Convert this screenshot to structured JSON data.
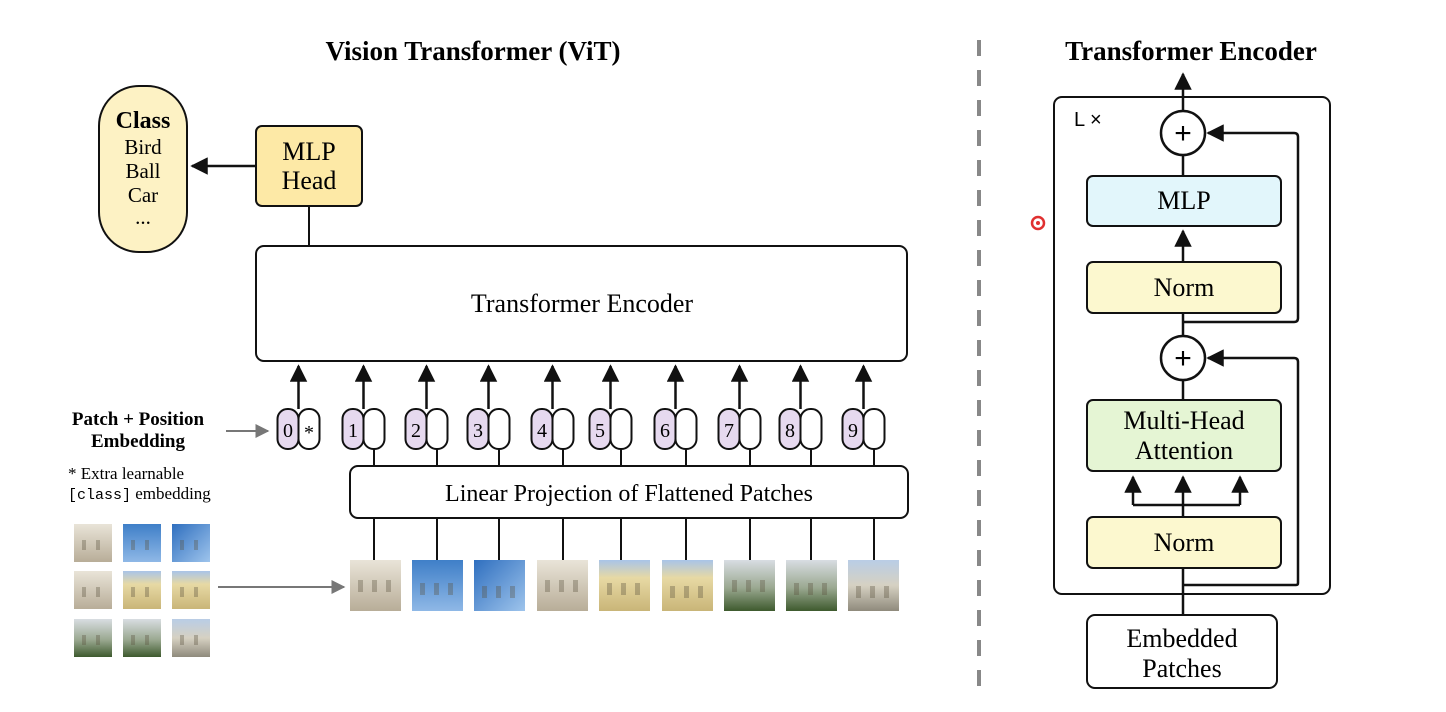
{
  "left": {
    "title": "Vision Transformer (ViT)",
    "class_box": {
      "title": "Class",
      "items": [
        "Bird",
        "Ball",
        "Car",
        "..."
      ]
    },
    "mlp_head": {
      "line1": "MLP",
      "line2": "Head"
    },
    "encoder_label": "Transformer Encoder",
    "patch_embedding": {
      "line1": "Patch + Position",
      "line2": "Embedding"
    },
    "note": {
      "line1": "* Extra learnable",
      "code": "[class]",
      "line2_rest": " embedding"
    },
    "tokens": [
      "0",
      "1",
      "2",
      "3",
      "4",
      "5",
      "6",
      "7",
      "8",
      "9"
    ],
    "class_token_marker": "*",
    "linear_projection": "Linear Projection of Flattened Patches"
  },
  "right": {
    "title": "Transformer Encoder",
    "repeat_label": "L ×",
    "plus": "+",
    "mlp": "MLP",
    "norm_top": "Norm",
    "attention": {
      "line1": "Multi-Head",
      "line2": "Attention"
    },
    "norm_bottom": "Norm",
    "embedded": {
      "line1": "Embedded",
      "line2": "Patches"
    }
  },
  "colors": {
    "class_fill": "#fdf2c4",
    "mlp_head_fill": "#fde9a6",
    "token_fill": "#e6d9ef",
    "norm_fill": "#fcf8cf",
    "mlp_fill": "#e2f6fb",
    "attention_fill": "#e5f5d4",
    "divider": "#888888",
    "arrow_gray": "#777777",
    "cursor_red": "#e03030"
  }
}
